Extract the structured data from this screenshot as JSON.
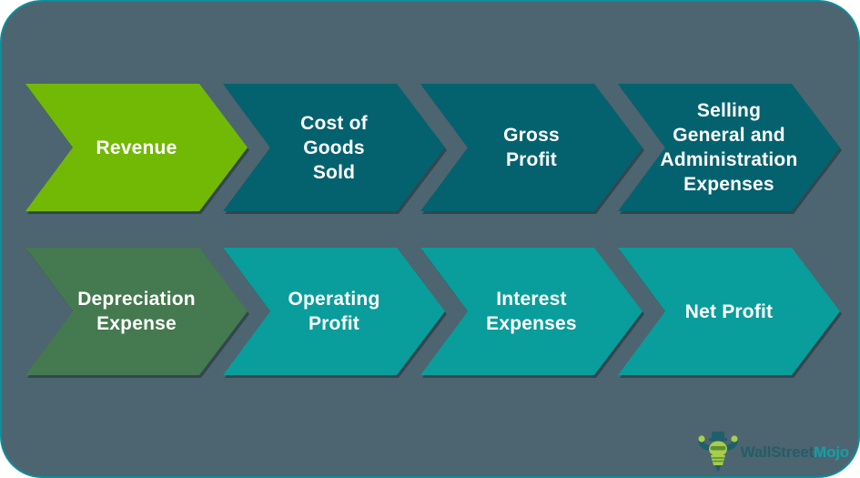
{
  "colors": {
    "page_background": "#FFFFFF",
    "panel_background": "#4C6570",
    "panel_border": "#0A8F9C",
    "label_text": "#FFFFFF",
    "revenue_green": "#72B905",
    "top_row_teal": "#04626F",
    "depreciation_green": "#45794F",
    "bottom_row_teal": "#099D9B"
  },
  "flow": {
    "rows": [
      {
        "items": [
          {
            "label": "Revenue",
            "color": "#72B905"
          },
          {
            "label": "Cost of\nGoods\nSold",
            "color": "#04626F"
          },
          {
            "label": "Gross\nProfit",
            "color": "#04626F"
          },
          {
            "label": "Selling\nGeneral and\nAdministration\nExpenses",
            "color": "#04626F"
          }
        ]
      },
      {
        "items": [
          {
            "label": "Depreciation\nExpense",
            "color": "#45794F"
          },
          {
            "label": "Operating\nProfit",
            "color": "#099D9B"
          },
          {
            "label": "Interest\nExpenses",
            "color": "#099D9B"
          },
          {
            "label": "Net Profit",
            "color": "#099D9B"
          }
        ]
      }
    ]
  },
  "logo": {
    "brand_primary": "WallStreet",
    "brand_accent": "Mojo",
    "brand_primary_color": "#235E68",
    "brand_accent_color": "#11A0AA"
  }
}
